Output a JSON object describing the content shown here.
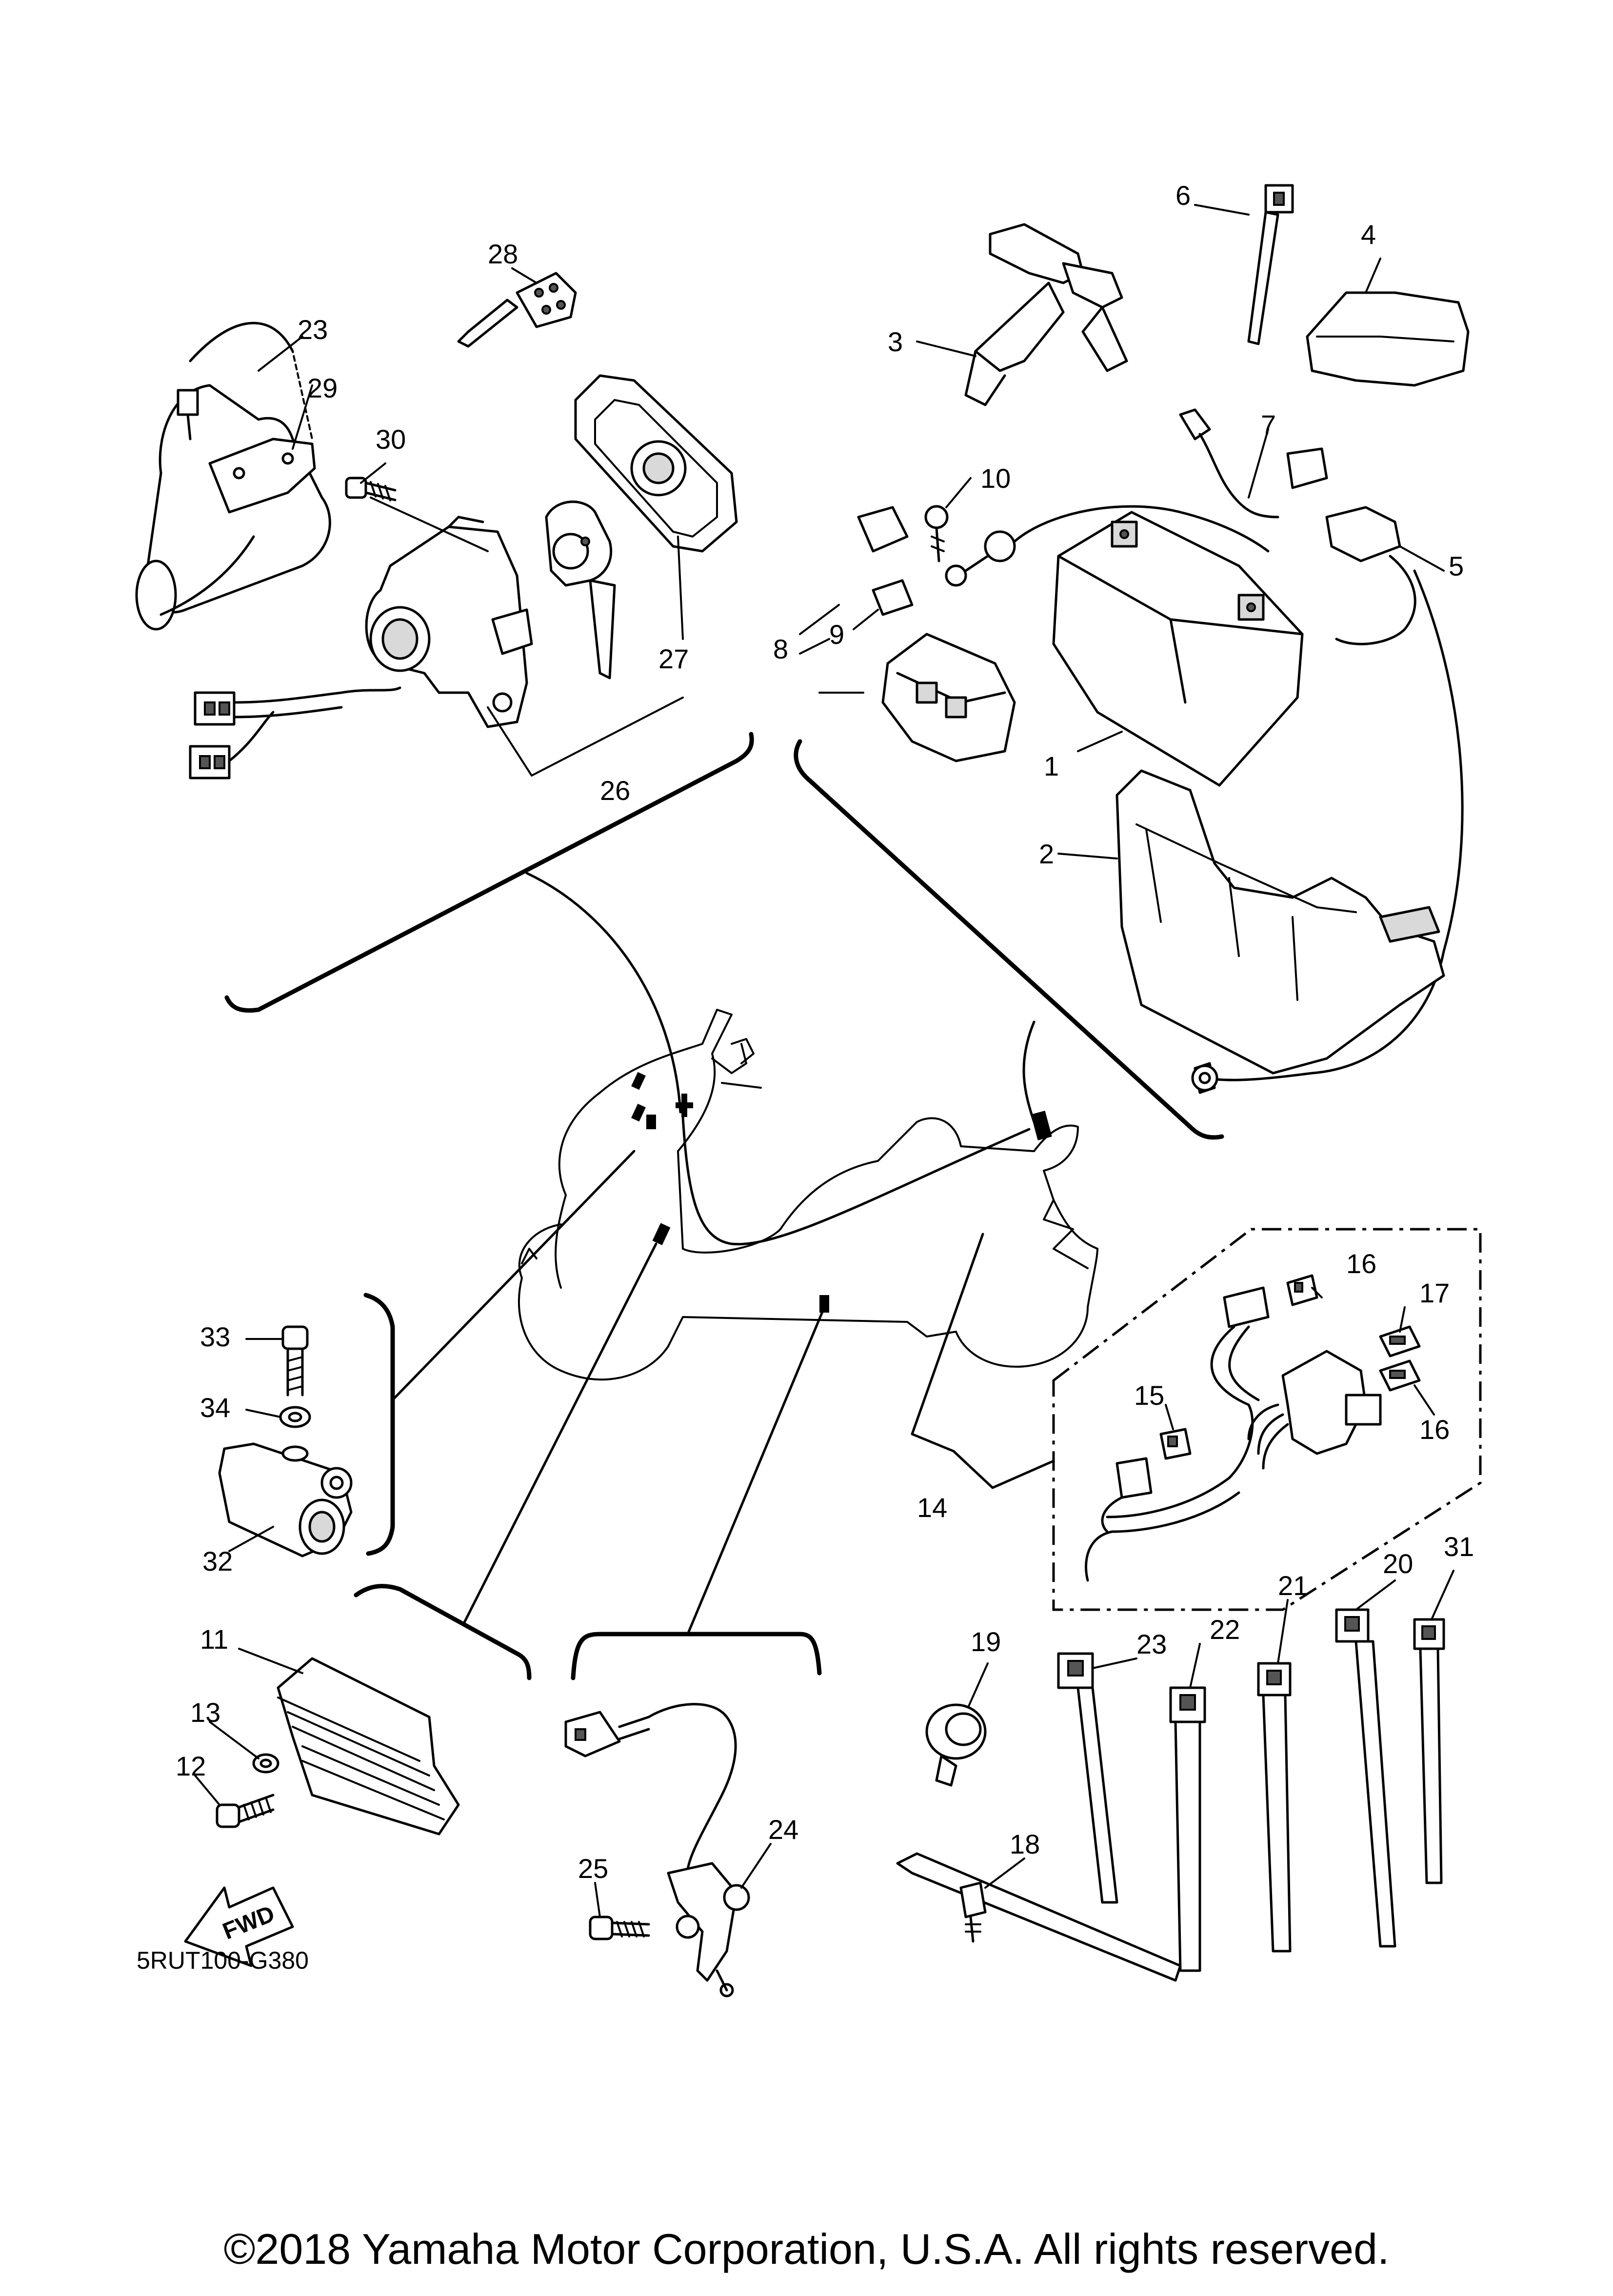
{
  "callouts": {
    "c1": "1",
    "c2": "2",
    "c3": "3",
    "c4": "4",
    "c5": "5",
    "c6": "6",
    "c7": "7",
    "c8": "8",
    "c9": "9",
    "c10": "10",
    "c11": "11",
    "c12": "12",
    "c13": "13",
    "c14": "14",
    "c15": "15",
    "c16a": "16",
    "c16b": "16",
    "c17": "17",
    "c18": "18",
    "c19": "19",
    "c20": "20",
    "c21": "21",
    "c22": "22",
    "c23a": "23",
    "c23b": "23",
    "c24": "24",
    "c25": "25",
    "c26": "26",
    "c27": "27",
    "c28": "28",
    "c29": "29",
    "c30": "30",
    "c31": "31",
    "c32": "32",
    "c33": "33",
    "c34": "34"
  },
  "fwd_label": "FWD",
  "diagram_code": "5RUT100-G380",
  "copyright": "©2018 Yamaha Motor Corporation, U.S.A. All rights reserved."
}
